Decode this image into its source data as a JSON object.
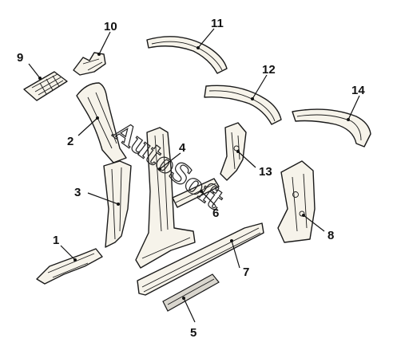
{
  "callouts": [
    {
      "id": "1",
      "label": "1"
    },
    {
      "id": "2",
      "label": "2"
    },
    {
      "id": "3",
      "label": "3"
    },
    {
      "id": "4",
      "label": "4"
    },
    {
      "id": "5",
      "label": "5"
    },
    {
      "id": "6",
      "label": "6"
    },
    {
      "id": "7",
      "label": "7"
    },
    {
      "id": "8",
      "label": "8"
    },
    {
      "id": "9",
      "label": "9"
    },
    {
      "id": "10",
      "label": "10"
    },
    {
      "id": "11",
      "label": "11"
    },
    {
      "id": "12",
      "label": "12"
    },
    {
      "id": "13",
      "label": "13"
    },
    {
      "id": "14",
      "label": "14"
    }
  ],
  "watermark": {
    "text": "AutoSoft"
  }
}
